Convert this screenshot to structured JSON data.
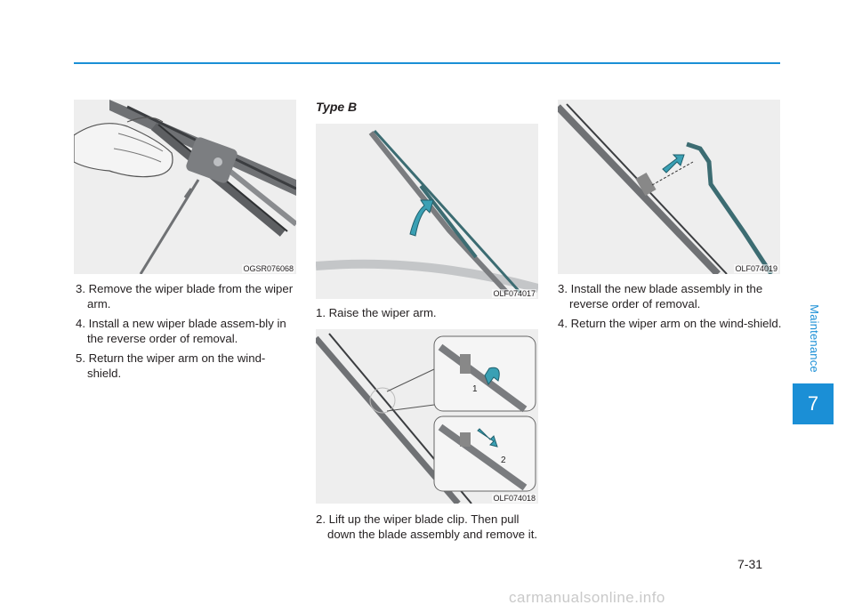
{
  "header": {
    "section_label": "Maintenance",
    "chapter_number": "7"
  },
  "col1": {
    "figure_code": "OGSR076068",
    "steps": [
      "3. Remove the wiper blade from the wiper arm.",
      "4. Install a new wiper blade assem-bly in the reverse order of removal.",
      "5. Return the wiper arm on the wind-shield."
    ]
  },
  "col2": {
    "subheading": "Type B",
    "figure1_code": "OLF074017",
    "step1": "1. Raise the wiper arm.",
    "figure2_code": "OLF074018",
    "figure2_callout1": "1",
    "figure2_callout2": "2",
    "step2": "2. Lift up the wiper blade clip. Then pull down the blade assembly and remove it."
  },
  "col3": {
    "figure_code": "OLF074019",
    "steps": [
      "3. Install the new blade assembly in the reverse order of removal.",
      "4. Return the wiper arm on the wind-shield."
    ]
  },
  "footer": {
    "page_number": "7-31",
    "watermark": "carmanualsonline.info"
  },
  "colors": {
    "accent": "#1b8fd6",
    "arrow": "#3aa0b4"
  }
}
